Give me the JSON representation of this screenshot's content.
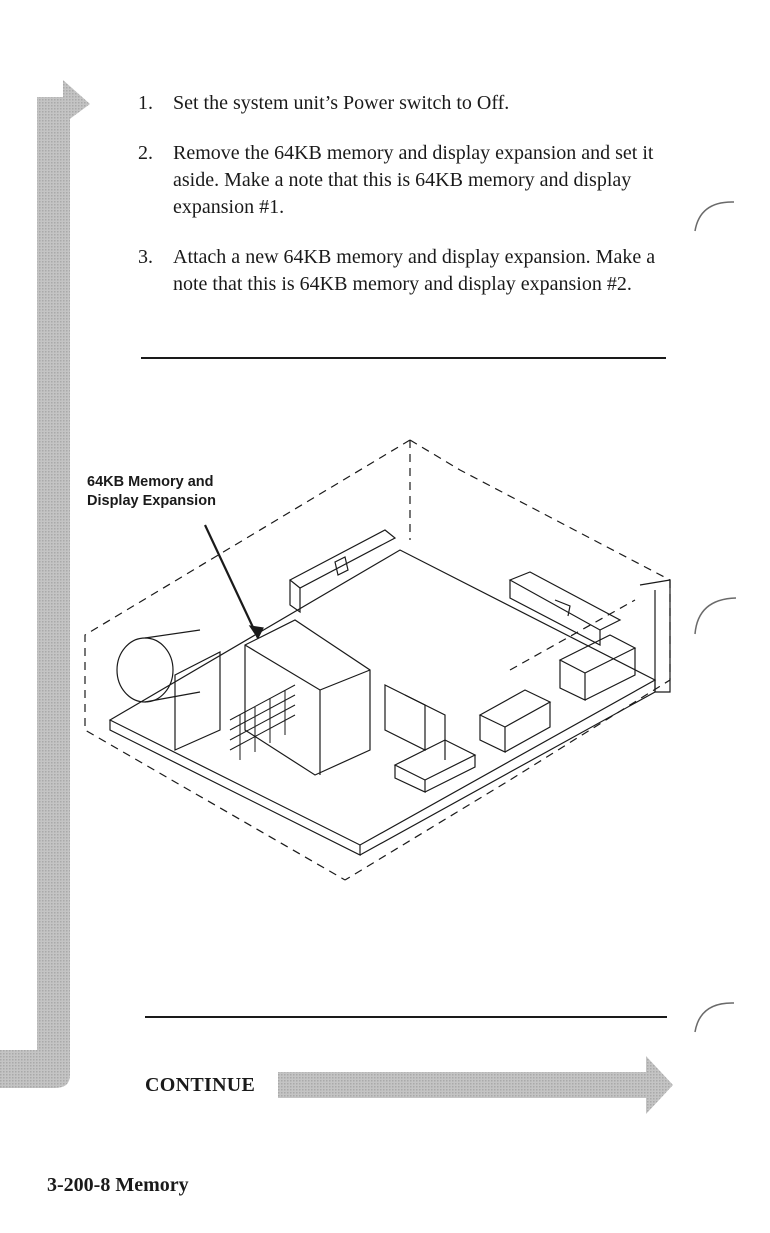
{
  "steps": [
    {
      "number": "1.",
      "text": "Set the system unit’s Power switch to Off."
    },
    {
      "number": "2.",
      "text": "Remove the 64KB memory and display expansion and set it aside.  Make a note that this is 64KB memory and display expansion #1."
    },
    {
      "number": "3.",
      "text": "Attach a new 64KB memory and display expansion. Make a note that this is 64KB memory and display expansion #2."
    }
  ],
  "figure": {
    "label_line1": "64KB Memory and",
    "label_line2": "Display Expansion"
  },
  "navigation": {
    "continue_label": "CONTINUE"
  },
  "footer": {
    "page_ref": "3-200-8 Memory"
  },
  "colors": {
    "flow_bar": "#b9b9b9",
    "ink": "#1a1a1a"
  }
}
